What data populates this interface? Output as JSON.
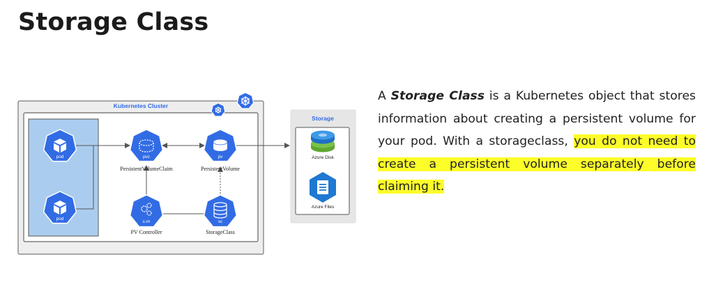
{
  "title": "Storage Class",
  "diagram": {
    "cluster_label": "Kubernetes Cluster",
    "storage_label": "Storage",
    "nodes": {
      "pod_top": {
        "icon_text": "pod"
      },
      "pod_bottom": {
        "icon_text": "pod"
      },
      "pvc": {
        "icon_text": "pvc",
        "label": "PersistentVolumeClaim"
      },
      "pv": {
        "icon_text": "pv",
        "label": "PersistentVolume"
      },
      "cm": {
        "icon_text": "c-m",
        "label": "PV Controller"
      },
      "sc": {
        "icon_text": "sc",
        "label": "StorageClass"
      }
    },
    "azure_disk": "Azure Disk",
    "azure_files": "Azure Files"
  },
  "description": {
    "prefix": "A ",
    "bold": "Storage Class",
    "middle": " is a Kubernetes object that stores information about creating a persistent volume for your pod. With a storageclass, ",
    "highlight": "you do not need to create a persistent volume separately before claiming it."
  },
  "colors": {
    "k8s_blue": "#326ce5",
    "cluster_panel": "#eeeeee",
    "pod_area": "#aacdef",
    "highlight": "#fdfd2a"
  }
}
